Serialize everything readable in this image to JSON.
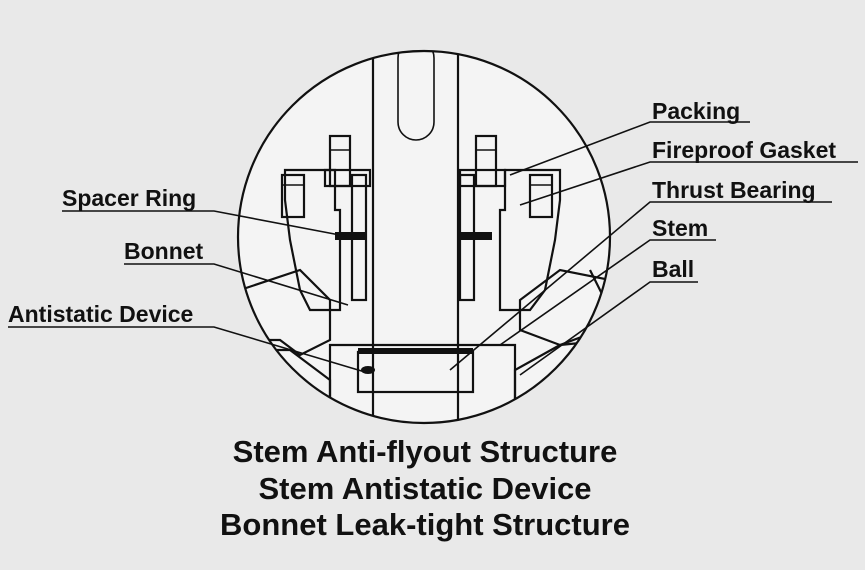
{
  "labels": {
    "packing": "Packing",
    "fireproof_gasket": "Fireproof Gasket",
    "thrust_bearing": "Thrust Bearing",
    "stem": "Stem",
    "ball": "Ball",
    "spacer_ring": "Spacer Ring",
    "bonnet": "Bonnet",
    "antistatic_device": "Antistatic Device"
  },
  "captions": [
    "Stem Anti-flyout Structure",
    "Stem Antistatic Device",
    "Bonnet Leak-tight Structure"
  ],
  "colors": {
    "background": "#e9e9e9",
    "ink": "#111111",
    "stem_fill": "#ffffff"
  }
}
